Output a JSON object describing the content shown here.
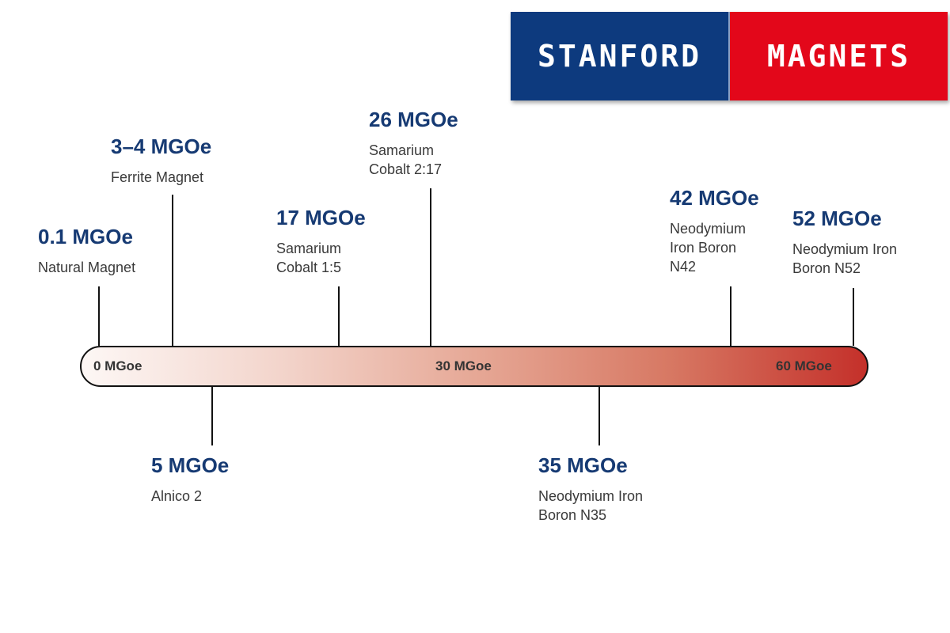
{
  "logo": {
    "left_text": "STANFORD",
    "right_text": "MAGNETS"
  },
  "scale": {
    "min": 0,
    "max": 60,
    "ticks": [
      {
        "value": 0,
        "label": "0 MGoe"
      },
      {
        "value": 30,
        "label": "30 MGoe"
      },
      {
        "value": 60,
        "label": "60 MGoe"
      }
    ],
    "gradient_start": "#fdf7f5",
    "gradient_end": "#c4302a"
  },
  "magnets": [
    {
      "value_label": "0.1 MGOe",
      "name": "Natural Magnet",
      "side": "top"
    },
    {
      "value_label": "3–4 MGOe",
      "name": "Ferrite Magnet",
      "side": "top"
    },
    {
      "value_label": "5 MGOe",
      "name": "Alnico 2",
      "side": "bottom"
    },
    {
      "value_label": "17 MGOe",
      "name": "Samarium\nCobalt 1:5",
      "side": "top"
    },
    {
      "value_label": "26 MGOe",
      "name": "Samarium\nCobalt 2:17",
      "side": "top"
    },
    {
      "value_label": "35 MGOe",
      "name": "Neodymium Iron\nBoron N35",
      "side": "bottom"
    },
    {
      "value_label": "42 MGOe",
      "name": "Neodymium\nIron Boron\nN42",
      "side": "top"
    },
    {
      "value_label": "52 MGOe",
      "name": "Neodymium Iron\nBoron N52",
      "side": "top"
    }
  ],
  "colors": {
    "value_text": "#163a73",
    "name_text": "#3a3a3a",
    "logo_blue": "#0d3a7e",
    "logo_red": "#e3071a"
  }
}
